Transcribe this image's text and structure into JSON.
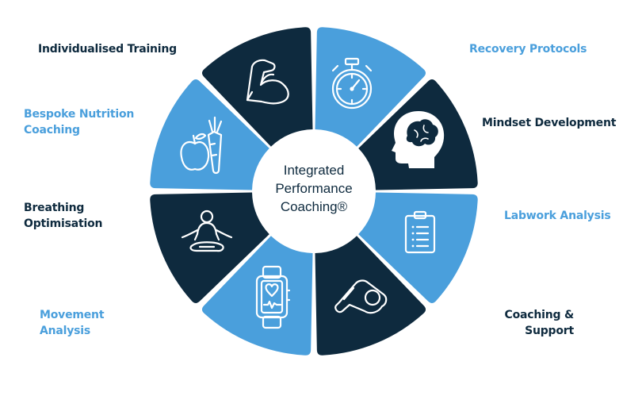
{
  "center": {
    "lines": [
      "Integrated",
      "Performance",
      "Coaching®"
    ]
  },
  "colors": {
    "dark": "#0e2a3e",
    "light": "#4a9fdc",
    "background": "#ffffff"
  },
  "segments": [
    {
      "id": "recovery",
      "label_lines": [
        "Recovery Protocols"
      ],
      "tone": "light",
      "icon": "stopwatch-icon"
    },
    {
      "id": "mindset",
      "label_lines": [
        "Mindset Development"
      ],
      "tone": "dark",
      "icon": "head-brain-icon"
    },
    {
      "id": "labwork",
      "label_lines": [
        "Labwork Analysis"
      ],
      "tone": "light",
      "icon": "clipboard-icon"
    },
    {
      "id": "coaching",
      "label_lines": [
        "Coaching &",
        "Support"
      ],
      "tone": "dark",
      "icon": "whistle-icon"
    },
    {
      "id": "movement",
      "label_lines": [
        "Movement",
        "Analysis"
      ],
      "tone": "light",
      "icon": "smartwatch-icon"
    },
    {
      "id": "breathing",
      "label_lines": [
        "Breathing",
        "Optimisation"
      ],
      "tone": "dark",
      "icon": "meditation-icon"
    },
    {
      "id": "nutrition",
      "label_lines": [
        "Bespoke Nutrition",
        "Coaching"
      ],
      "tone": "light",
      "icon": "apple-carrot-icon"
    },
    {
      "id": "training",
      "label_lines": [
        "Individualised Training"
      ],
      "tone": "dark",
      "icon": "flexed-arm-icon"
    }
  ]
}
